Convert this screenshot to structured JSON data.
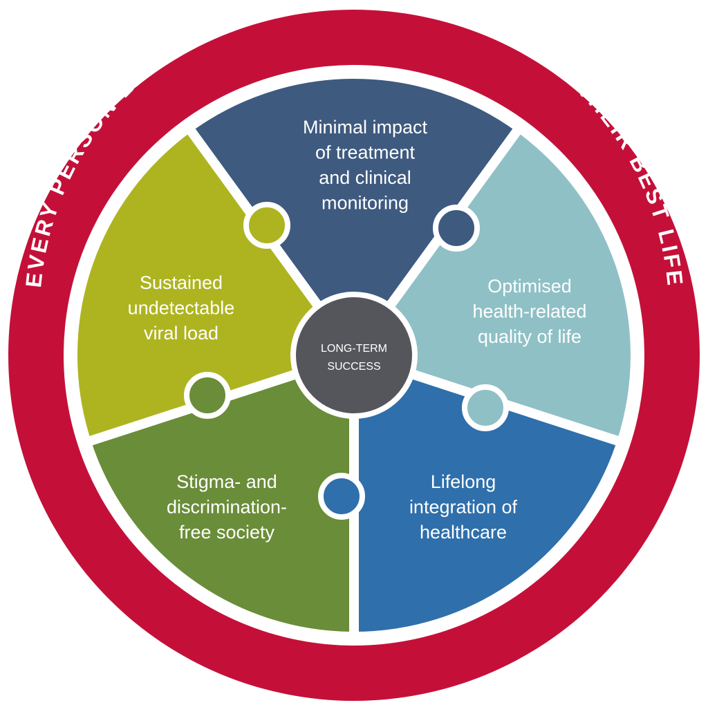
{
  "ring": {
    "text": "EVERY PERSON LIVING WITH HIV BEING ABLE TO LIVE THEIR BEST LIFE",
    "color": "#c41039"
  },
  "center": {
    "lines": [
      "LONG-TERM",
      "SUCCESS"
    ],
    "color": "#55565b"
  },
  "segments": [
    {
      "id": "treatment-impact",
      "lines": [
        "Minimal impact",
        "of treatment",
        "and clinical",
        "monitoring"
      ],
      "color": "#3e5a7f"
    },
    {
      "id": "quality-of-life",
      "lines": [
        "Optimised",
        "health-related",
        "quality of life"
      ],
      "color": "#8fc0c6"
    },
    {
      "id": "integration-healthcare",
      "lines": [
        "Lifelong",
        "integration of",
        "healthcare"
      ],
      "color": "#2f6fab"
    },
    {
      "id": "stigma-free",
      "lines": [
        "Stigma- and",
        "discrimination-",
        "free society"
      ],
      "color": "#6a8d39"
    },
    {
      "id": "viral-load",
      "lines": [
        "Sustained",
        "undetectable",
        "viral load"
      ],
      "color": "#aeb420"
    }
  ]
}
